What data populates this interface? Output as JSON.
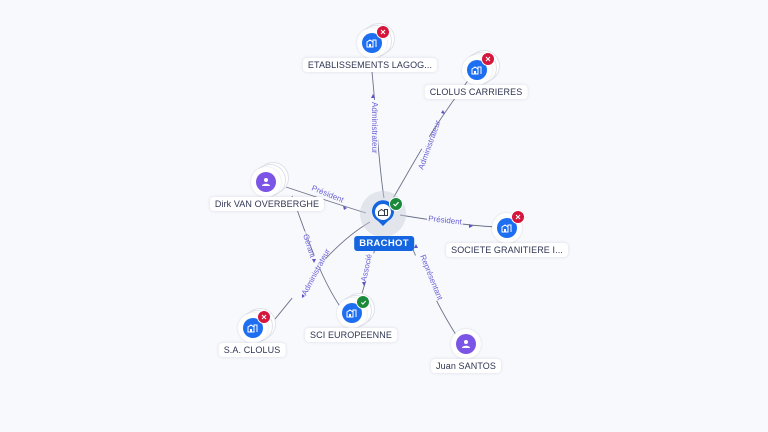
{
  "central": {
    "name": "BRACHOT",
    "type": "company",
    "status": "active",
    "icon": "building-icon"
  },
  "nodes": [
    {
      "id": "etablissements",
      "name": "ETABLISSEMENTS LAGOG...",
      "type": "company",
      "status": "closed",
      "stacked": true
    },
    {
      "id": "clolus-carrieres",
      "name": "CLOLUS CARRIERES",
      "type": "company",
      "status": "closed",
      "stacked": true
    },
    {
      "id": "dirk",
      "name": "Dirk VAN OVERBERGHE",
      "type": "person",
      "status": "none",
      "stacked": true
    },
    {
      "id": "societe-granitiere",
      "name": "SOCIETE GRANITIERE I...",
      "type": "company",
      "status": "closed",
      "stacked": false
    },
    {
      "id": "sa-clolus",
      "name": "S.A. CLOLUS",
      "type": "company",
      "status": "closed",
      "stacked": true
    },
    {
      "id": "sci-europeenne",
      "name": "SCI EUROPEENNE",
      "type": "company",
      "status": "active",
      "stacked": true
    },
    {
      "id": "juan",
      "name": "Juan SANTOS",
      "type": "person",
      "status": "none",
      "stacked": false
    }
  ],
  "edges": [
    {
      "from": "brachot",
      "to": "etablissements",
      "label": "Administrateur"
    },
    {
      "from": "brachot",
      "to": "clolus-carrieres",
      "label": "Administrateur"
    },
    {
      "from": "dirk",
      "to": "brachot",
      "label": "Président"
    },
    {
      "from": "brachot",
      "to": "societe-granitiere",
      "label": "Président"
    },
    {
      "from": "dirk",
      "to": "sci-europeenne",
      "label": "Gérant"
    },
    {
      "from": "brachot",
      "to": "sa-clolus",
      "label": "Administrateur"
    },
    {
      "from": "brachot",
      "to": "sci-europeenne",
      "label": "Associé"
    },
    {
      "from": "juan",
      "to": "brachot",
      "label": "Représentant"
    }
  ],
  "colors": {
    "company": "#1d6ef0",
    "person": "#7b55e6",
    "closed_badge": "#d4163c",
    "active_badge": "#1a8a3a",
    "edge_label": "#6b62d6",
    "central_label_bg": "#1565e0"
  }
}
